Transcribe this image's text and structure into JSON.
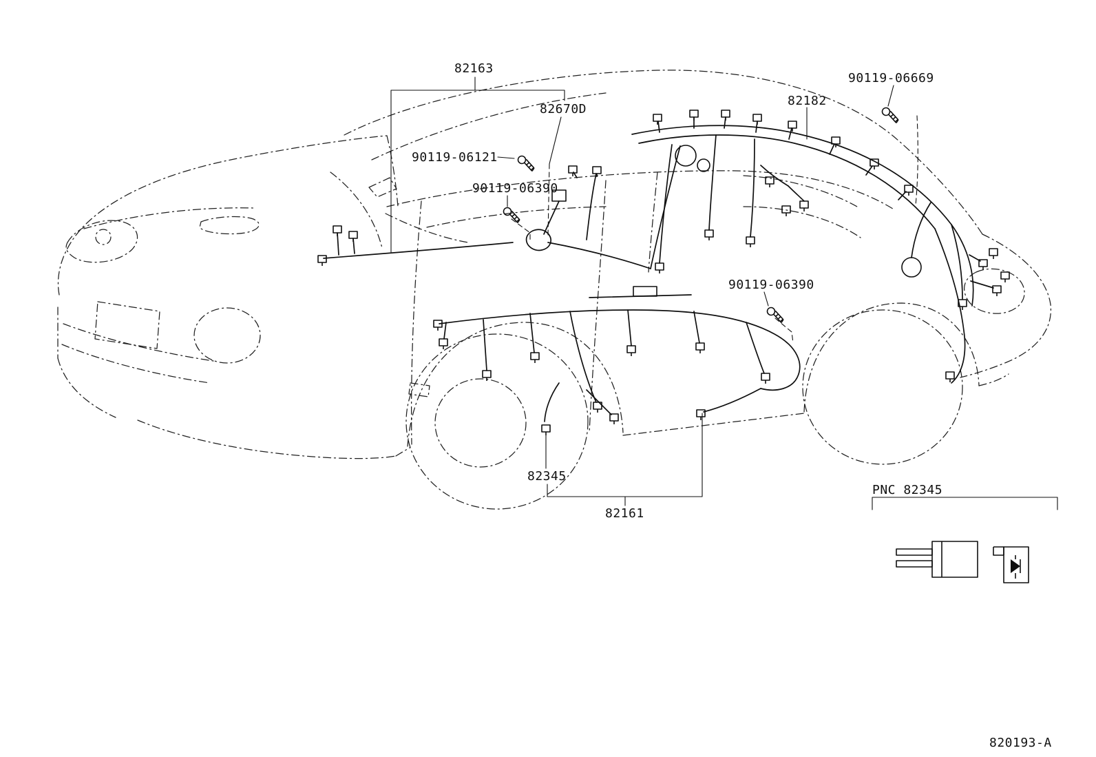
{
  "colors": {
    "background": "#ffffff",
    "line": "#141414"
  },
  "callouts": {
    "harness_cowl": "82163",
    "screw_06669": "90119-06669",
    "junction_82670d": "82670D",
    "harness_rear": "82182",
    "screw_06121": "90119-06121",
    "screw_06390_front": "90119-06390",
    "screw_06390_rear": "90119-06390",
    "diode_82345": "82345",
    "harness_floor": "82161",
    "pnc_title": "PNC 82345",
    "drawing_code": "820193-A"
  },
  "icons": {
    "screw": "screw-icon",
    "connector": "connector-icon",
    "diode": "diode-symbol-icon"
  }
}
